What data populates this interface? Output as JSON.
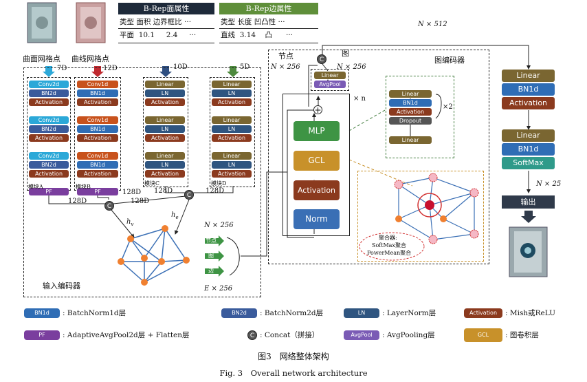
{
  "colors": {
    "conv2d": "#2ba8d8",
    "bn2d": "#3a5b9c",
    "activation": "#8b3a1e",
    "pf": "#7a3e9e",
    "conv1d": "#c8521c",
    "bn1d": "#2f6db5",
    "linear": "#7a6631",
    "ln": "#2f5580",
    "mlp": "#3e9444",
    "gcl": "#c8912a",
    "norm": "#3a6fb5",
    "avgpool": "#7a5bb5",
    "dropout": "#555555",
    "softmax": "#2f9a8a",
    "output": "#2f3a4a",
    "face_header": "#1e2a3a",
    "edge_header": "#5f8f3a",
    "node": "#f08030",
    "edge_line": "#3a6fb5"
  },
  "face_table": {
    "title": "B-Rep面属性",
    "headers": [
      "类型",
      "面积",
      "边界框比",
      "···"
    ],
    "row": [
      "平面",
      "10.1",
      "2.4",
      "···"
    ]
  },
  "edge_table": {
    "title": "B-Rep边属性",
    "headers": [
      "类型",
      "长度",
      "凹凸性",
      "···"
    ],
    "row": [
      "直线",
      "3.14",
      "凸",
      "···"
    ]
  },
  "input_labels": {
    "surface_points": "曲面网格点",
    "curve_points": "曲线网格点",
    "dim_7d": "7D",
    "dim_12d": "12D",
    "dim_10d": "10D",
    "dim_5d": "5D"
  },
  "module_a": {
    "label": "模块A",
    "blocks": [
      "Conv2d",
      "BN2d",
      "Activation",
      "Conv2d",
      "BN2d",
      "Activation",
      "Conv2d",
      "BN2d",
      "Activation",
      "PF"
    ]
  },
  "module_b": {
    "label": "模块B",
    "blocks": [
      "Conv1d",
      "BN1d",
      "Activation",
      "Conv1d",
      "BN1d",
      "Activation",
      "Conv1d",
      "BN1d",
      "Activation",
      "PF"
    ]
  },
  "module_c": {
    "label": "模块C",
    "blocks": [
      "Linear",
      "LN",
      "Activation",
      "Linear",
      "LN",
      "Activation",
      "Linear",
      "LN",
      "Activation"
    ]
  },
  "module_d": {
    "label": "模块D",
    "blocks": [
      "Linear",
      "LN",
      "Activation",
      "Linear",
      "LN",
      "Activation",
      "Linear",
      "LN",
      "Activation"
    ]
  },
  "dims": {
    "a_out": "128D",
    "b_out": "128D",
    "c_out": "128D",
    "d_out": "128D",
    "concat_v": "128D",
    "hv": "h",
    "hv_sub": "v",
    "he": "h",
    "he_sub": "e",
    "n256": "N × 256",
    "e256": "E × 256",
    "n512": "N × 512",
    "n25": "N × 25",
    "node_n256": "N × 256",
    "graph_n256": "N × 256"
  },
  "encoder_outputs": [
    "节点",
    "图",
    "边"
  ],
  "input_encoder_label": "输入编码器",
  "graph_encoder": {
    "label": "图编码器",
    "node_label": "节点",
    "graph_label": "图",
    "top_blocks": [
      "Linear",
      "AvgPool"
    ],
    "stack": [
      "MLP",
      "GCL",
      "Activation",
      "Norm"
    ],
    "repeat": "× n",
    "mlp_detail": [
      "Linear",
      "BN1d",
      "Activation",
      "Dropout",
      "Linear"
    ],
    "mlp_repeat": "×2",
    "agg_title": "聚合器:",
    "agg_lines": [
      "SoftMax聚合",
      "PowerMean聚合"
    ]
  },
  "classifier": {
    "blocks": [
      "Linear",
      "BN1d",
      "Activation",
      "Linear",
      "BN1d",
      "SoftMax"
    ],
    "output": "输出"
  },
  "concat_symbol": "C",
  "plus_symbol": "+",
  "legend": [
    {
      "block": "BN1d",
      "text": ": BatchNorm1d层"
    },
    {
      "block": "BN2d",
      "text": ": BatchNorm2d层"
    },
    {
      "block": "LN",
      "text": ": LayerNorm层"
    },
    {
      "block": "Activation",
      "text": ": Mish或ReLU"
    },
    {
      "block": "PF",
      "text": ": AdaptiveAvgPool2d层 + Flatten层"
    },
    {
      "block": "C",
      "text": ": Concat（拼接）"
    },
    {
      "block": "AvgPool",
      "text": ": AvgPooling层"
    },
    {
      "block": "GCL",
      "text": ": 图卷积层"
    }
  ],
  "caption_cn": "图3　网络整体架构",
  "caption_en": "Fig. 3　Overall network architecture"
}
